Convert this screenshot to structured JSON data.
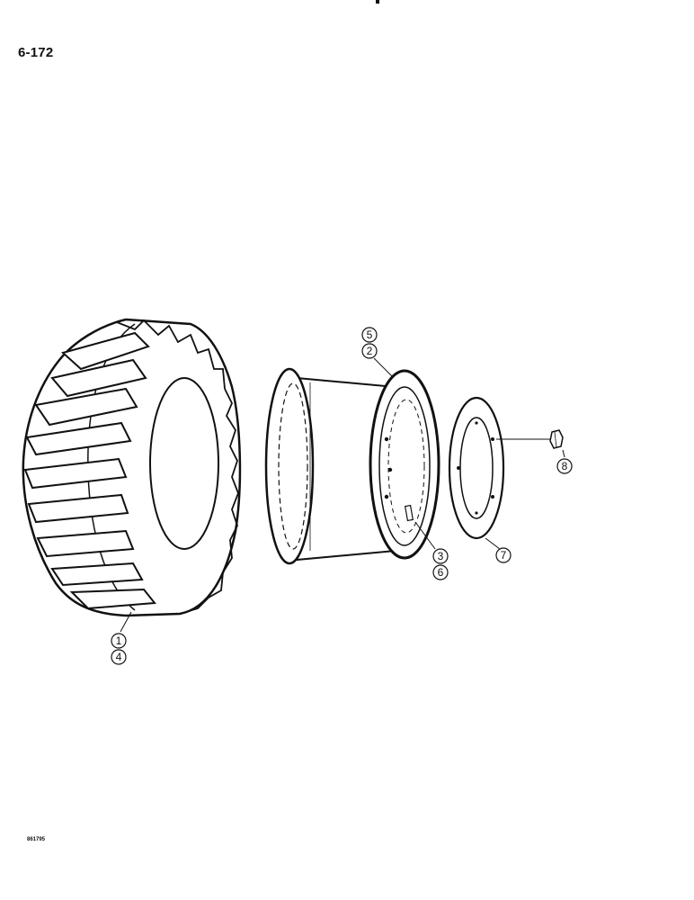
{
  "page": {
    "page_number": "6-172",
    "figure_code": "861795"
  },
  "callouts": {
    "tire_top": "1",
    "tire_bottom": "4",
    "rim_top": "5",
    "rim_bottom": "2",
    "valve_top": "3",
    "valve_bottom": "6",
    "plate": "7",
    "nut": "8"
  }
}
